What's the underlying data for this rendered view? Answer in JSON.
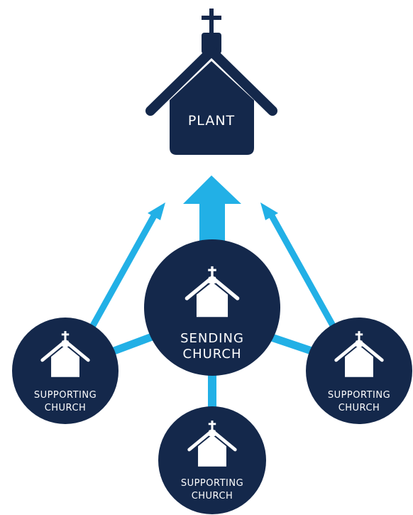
{
  "colors": {
    "navy": "#14284b",
    "accent": "#22b0e6",
    "background": "#ffffff"
  },
  "icons": {
    "plant": "church-building-icon",
    "node": "church-icon"
  },
  "plant": {
    "label": "PLANT"
  },
  "sending": {
    "line1": "SENDING",
    "line2": "CHURCH"
  },
  "supporting_left": {
    "line1": "SUPPORTING",
    "line2": "CHURCH"
  },
  "supporting_right": {
    "line1": "SUPPORTING",
    "line2": "CHURCH"
  },
  "supporting_bottom": {
    "line1": "SUPPORTING",
    "line2": "CHURCH"
  }
}
